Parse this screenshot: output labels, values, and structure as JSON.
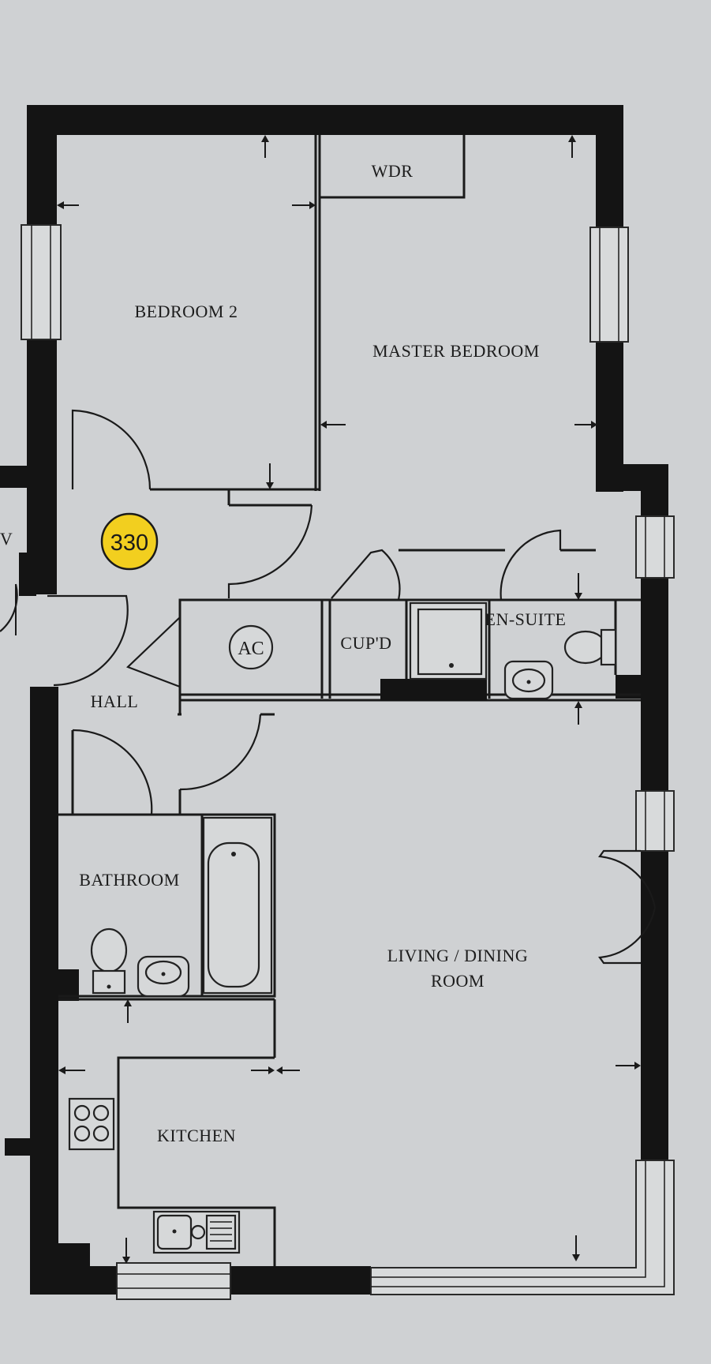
{
  "rooms": {
    "bedroom2": "BEDROOM 2",
    "master_bedroom": "MASTER BEDROOM",
    "wardrobe": "WDR",
    "hall": "HALL",
    "cupboard": "CUP'D",
    "ensuite": "EN-SUITE",
    "bathroom": "BATHROOM",
    "living_line1": "LIVING / DINING",
    "living_line2": "ROOM",
    "kitchen": "KITCHEN",
    "neighbour_fragment": "V"
  },
  "fixtures": {
    "airing_cupboard": "AC"
  },
  "badge": {
    "plot_number": "330",
    "color": "#f2cf1f"
  },
  "colors": {
    "paper": "#cfd1d3",
    "walls": "#141414"
  }
}
